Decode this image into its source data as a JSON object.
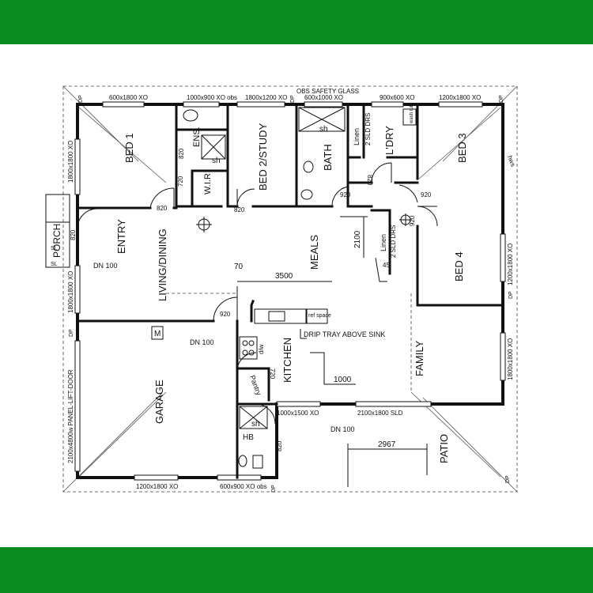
{
  "colors": {
    "band": "#0b8a1f",
    "line": "#111111",
    "background": "#ffffff"
  },
  "rooms": {
    "bed1": "BED 1",
    "ens": "ENS.",
    "wir": "W.I.R",
    "bed2": "BED 2/STUDY",
    "bath": "BATH",
    "ldry": "L'DRY",
    "bed3": "BED 3",
    "bed4": "BED 4",
    "entry": "ENTRY",
    "living": "LIVING/DINING",
    "meals": "MEALS",
    "kitchen": "KITCHEN",
    "family": "FAMILY",
    "garage": "GARAGE",
    "porch": "PORCH",
    "patio": "PATIO",
    "pantry": "Pantry",
    "hb": "HB",
    "sh_bath": "sh",
    "sh_ens": "sh",
    "sh_hb": "sh",
    "linen1": "Linen",
    "linen2": "Linen",
    "refspace": "ref space",
    "meter": "M",
    "hws": "hws",
    "dw": "d/w",
    "wash": "wash tub"
  },
  "windows": {
    "w_bed1_top": "600x1800 XO",
    "w_ens_top": "1000x900 XO obs",
    "w_bed2_top": "1800x1200 XO",
    "w_bath_top": "OBS SAFETY GLASS",
    "w_bath_top2": "600x1000 XO",
    "w_ldry_top": "900x600 XO",
    "w_bed3_top": "1200x1800 XO",
    "w_bed1_left": "1800x1800 XO",
    "w_living_left": "1800x1800 XO",
    "w_bed4_right": "1200x1800 XO",
    "w_family_right": "1800x1800 XO",
    "w_garage_bottom": "1200x1800 XO",
    "w_hb_bottom": "600x900 XO obs",
    "w_kitchen_bottom": "1000x1500 XO",
    "w_family_bottom": "2100x1800 SLD",
    "garage_door": "2100x4800w PANEL-LIFT-DOOR"
  },
  "dims": {
    "d820_ens": "820",
    "d720_wir": "720",
    "d820_bed1": "820",
    "d820_bed2": "820",
    "d920_bath": "920",
    "d820_ldry": "820",
    "d920_bed3": "920",
    "d920_bed4": "920",
    "d920_garage": "920",
    "d720_pantry": "720",
    "d820_hb": "820",
    "d820_porch": "820",
    "d2100": "2100",
    "d70": "70",
    "d3500": "3500",
    "d1000": "1000",
    "d2967": "2967",
    "d45": "45"
  },
  "notes": {
    "dn100_porch": "DN 100",
    "dn100_garage": "DN 100",
    "dn100_family": "DN 100",
    "drip_tray": "DRIP TRAY ABOVE SINK",
    "sld_drs_ldry": "2 SLD DRS",
    "sld_drs_bed4": "2 SLD DRS",
    "dp1": "DP",
    "dp2": "DP",
    "dp3": "DP",
    "dp4": "DP",
    "dp5": "DP",
    "dp6": "DP",
    "dp7": "DP",
    "sl1": "SL",
    "sl2": "SL"
  }
}
